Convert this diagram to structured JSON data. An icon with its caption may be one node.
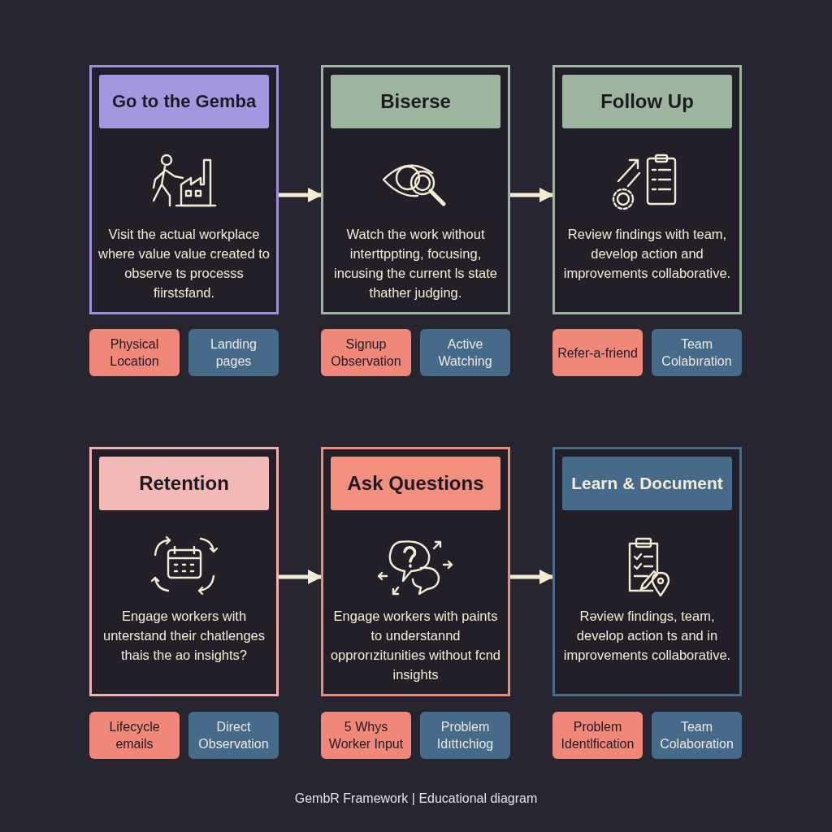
{
  "diagram": {
    "caption": "GembR Framework | Educational diagram",
    "nodes": [
      {
        "text": [
          "Go to the Gemba",
          "Visit the actual workplace where value value created to observe ts processs fiirstsfand."
        ]
      },
      {
        "text": [
          "Biserse",
          "Watch the work without interttppting, focusing, incusing the current ls state thather judging."
        ]
      },
      {
        "text": [
          "Follow Up",
          "Review findings with team, develop action and improvements collaborative."
        ]
      },
      {
        "text": [
          "Physical Location"
        ]
      },
      {
        "text": [
          "Landing pages"
        ]
      },
      {
        "text": [
          "Signup Observation"
        ]
      },
      {
        "text": [
          "Active Watching"
        ]
      },
      {
        "text": [
          "Refer-a-friend"
        ]
      },
      {
        "text": [
          "Team Colabıration"
        ]
      },
      {
        "text": [
          "Retention",
          "Engage workers with unterstand their chatlenges thais the ao insights?"
        ]
      },
      {
        "text": [
          "Ask Questions",
          "Engage workers with paints to understannd opprorızitunities without fcnd insights"
        ]
      },
      {
        "text": [
          "Learn & Document",
          "Rəview findings, team, develop action ts and in improvements collaborative."
        ]
      },
      {
        "text": [
          "Lifecycle emails"
        ]
      },
      {
        "text": [
          "Direct Observation"
        ]
      },
      {
        "text": [
          "5 Whys Worker Input"
        ]
      },
      {
        "text": [
          "Problem Idıttıchiog"
        ]
      },
      {
        "text": [
          "Problem Identlfication"
        ]
      },
      {
        "text": [
          "Team Colaboration"
        ]
      }
    ],
    "edges": [
      {
        "from": 0,
        "to": 1,
        "arrow": "to"
      },
      {
        "from": 1,
        "to": 2,
        "arrow": "to"
      },
      {
        "from": 9,
        "to": 10,
        "arrow": "to"
      },
      {
        "from": 10,
        "to": 11,
        "arrow": "to"
      }
    ]
  }
}
